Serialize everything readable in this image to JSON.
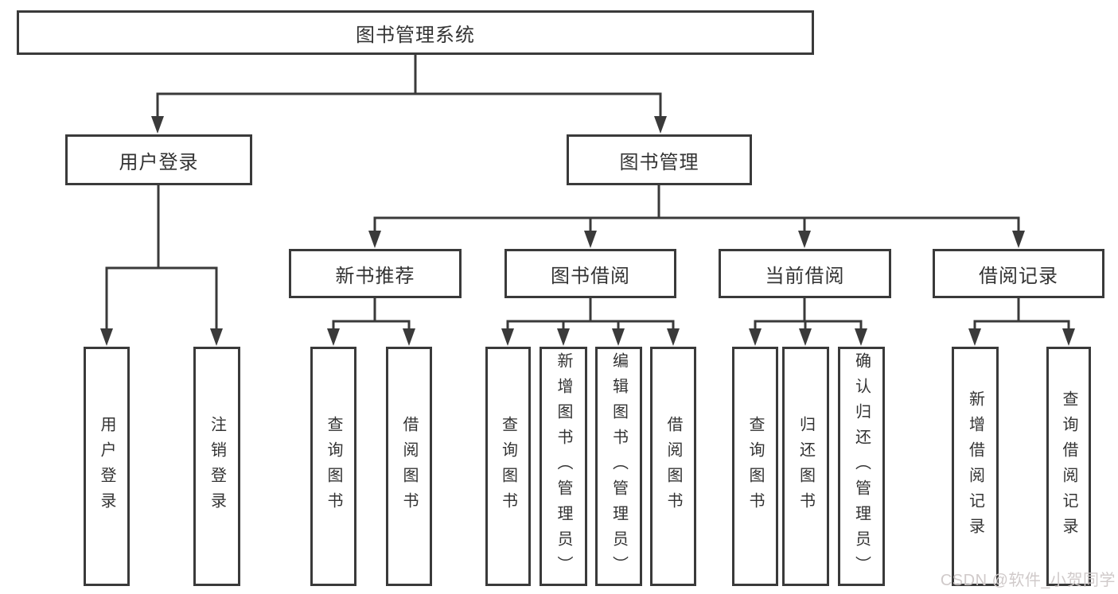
{
  "diagram_title": "图书管理系统",
  "tree": {
    "root": "图书管理系统",
    "branches": [
      {
        "label": "用户登录",
        "leaves": [
          "用户登录",
          "注销登录"
        ]
      },
      {
        "label": "图书管理",
        "children": [
          {
            "label": "新书推荐",
            "leaves": [
              "查询图书",
              "借阅图书"
            ]
          },
          {
            "label": "图书借阅",
            "leaves": [
              "查询图书",
              "新增图书（管理员）",
              "编辑图书（管理员）",
              "借阅图书"
            ]
          },
          {
            "label": "当前借阅",
            "leaves": [
              "查询图书",
              "归还图书",
              "确认归还（管理员）"
            ]
          },
          {
            "label": "借阅记录",
            "leaves": [
              "新增借阅记录",
              "查询借阅记录"
            ]
          }
        ]
      }
    ]
  },
  "watermark": "CSDN @软件_小贺同学",
  "colors": {
    "line": "#3a3a3a",
    "text": "#333333",
    "wm": "#d0caca",
    "bg": "#ffffff"
  }
}
